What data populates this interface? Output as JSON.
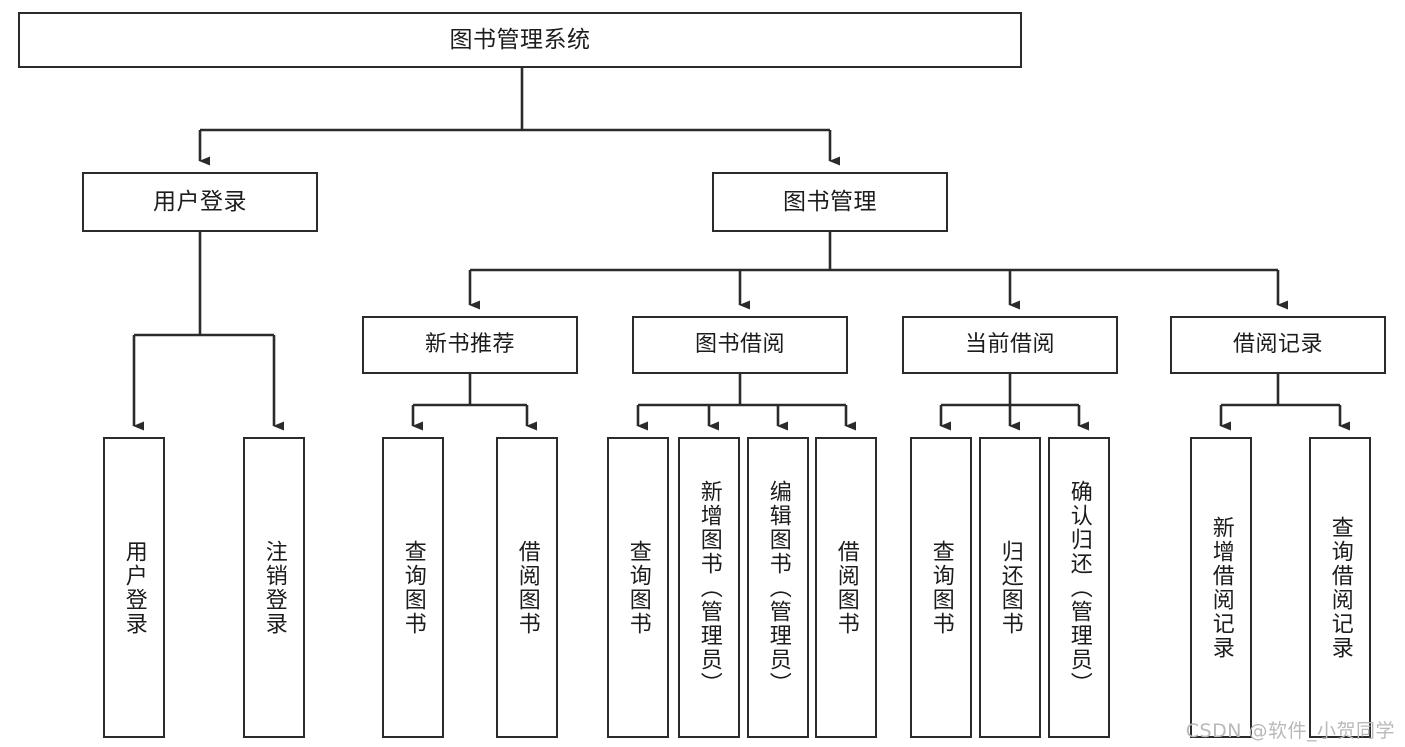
{
  "diagram": {
    "title": "图书管理系统",
    "type": "tree-hierarchy-chart",
    "stroke_color": "#2b2b2b",
    "background_color": "#ffffff",
    "text_color": "#1c1c1c"
  },
  "watermark": {
    "text": "CSDN @软件_小贺同学",
    "color": "#b9b9b9"
  },
  "nodes": {
    "root": {
      "label": "图书管理系统"
    },
    "level2": [
      {
        "id": "user-login",
        "label": "用户登录"
      },
      {
        "id": "book-management",
        "label": "图书管理"
      }
    ],
    "level3": [
      {
        "id": "new-book-recommend",
        "label": "新书推荐"
      },
      {
        "id": "book-borrow",
        "label": "图书借阅"
      },
      {
        "id": "current-borrow",
        "label": "当前借阅"
      },
      {
        "id": "borrow-record",
        "label": "借阅记录"
      }
    ],
    "leaves": {
      "user_login": [
        {
          "id": "leaf-user-login",
          "label": "用户登录"
        },
        {
          "id": "leaf-logout-login",
          "label": "注销登录"
        }
      ],
      "new_book_recommend": [
        {
          "id": "leaf-query-book-1",
          "label": "查询图书"
        },
        {
          "id": "leaf-borrow-book-1",
          "label": "借阅图书"
        }
      ],
      "book_borrow": [
        {
          "id": "leaf-query-book-2",
          "label": "查询图书"
        },
        {
          "id": "leaf-add-book",
          "label": "新增图书（管理员）"
        },
        {
          "id": "leaf-edit-book",
          "label": "编辑图书（管理员）"
        },
        {
          "id": "leaf-borrow-book-2",
          "label": "借阅图书"
        }
      ],
      "current_borrow": [
        {
          "id": "leaf-query-book-3",
          "label": "查询图书"
        },
        {
          "id": "leaf-return-book",
          "label": "归还图书"
        },
        {
          "id": "leaf-confirm-return",
          "label": "确认归还（管理员）"
        }
      ],
      "borrow_record": [
        {
          "id": "leaf-add-borrow-record",
          "label": "新增借阅记录"
        },
        {
          "id": "leaf-query-borrow-record",
          "label": "查询借阅记录"
        }
      ]
    }
  }
}
